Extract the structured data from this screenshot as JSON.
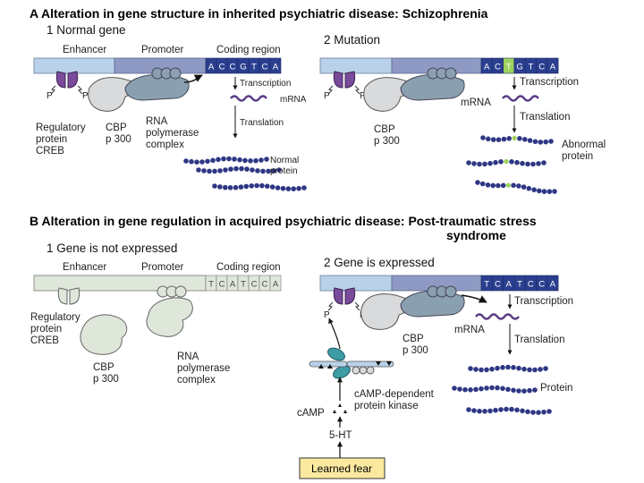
{
  "panel_a": {
    "title": "A  Alteration in gene structure in inherited psychiatric disease: Schizophrenia",
    "normal": {
      "heading": "1  Normal gene",
      "enhancer": "Enhancer",
      "promoter": "Promoter",
      "coding": "Coding region",
      "bases": [
        "A",
        "C",
        "C",
        "G",
        "T",
        "C",
        "A"
      ],
      "transcription": "Transcription",
      "mrna": "mRNA",
      "translation": "Translation",
      "creb": [
        "Regulatory",
        "protein",
        "CREB"
      ],
      "cbp": [
        "CBP",
        "p 300"
      ],
      "rna_pol": [
        "RNA",
        "polymerase",
        "complex"
      ],
      "protein": [
        "Normal",
        "protein"
      ],
      "p": "P"
    },
    "mutation": {
      "heading": "2  Mutation",
      "bases": [
        "A",
        "C",
        "T",
        "G",
        "T",
        "C",
        "A"
      ],
      "mutated_index": 2,
      "transcription": "Transcription",
      "mrna": "mRNA",
      "translation": "Translation",
      "cbp": [
        "CBP",
        "p 300"
      ],
      "protein": [
        "Abnormal",
        "protein"
      ],
      "p": "P"
    }
  },
  "panel_b": {
    "title_line1": "B  Alteration in gene regulation in acquired psychiatric disease: Post-traumatic stress",
    "title_line2": "syndrome",
    "not_expressed": {
      "heading": "1  Gene is not expressed",
      "enhancer": "Enhancer",
      "promoter": "Promoter",
      "coding": "Coding region",
      "bases": [
        "T",
        "C",
        "A",
        "T",
        "C",
        "C",
        "A"
      ],
      "creb": [
        "Regulatory",
        "protein",
        "CREB"
      ],
      "cbp": [
        "CBP",
        "p 300"
      ],
      "rna_pol": [
        "RNA",
        "polymerase",
        "complex"
      ]
    },
    "expressed": {
      "heading": "2  Gene is expressed",
      "bases": [
        "T",
        "C",
        "A",
        "T",
        "C",
        "C",
        "A"
      ],
      "transcription": "Transcription",
      "mrna": "mRNA",
      "translation": "Translation",
      "cbp": [
        "CBP",
        "p 300"
      ],
      "kinase": [
        "cAMP-dependent",
        "protein kinase"
      ],
      "camp": "cAMP",
      "ht": "5-HT",
      "protein": "Protein",
      "learned_fear": "Learned fear",
      "p": "P"
    }
  },
  "colors": {
    "enhancer": "#b9d2ea",
    "promoter": "#8f9ac4",
    "coding": "#2b3f90",
    "creb": "#7a4a9b",
    "cbp": "#d9dadc",
    "protein": "#2e3784",
    "mutation": "#9dd25d",
    "grey_fill": "#dfe6da",
    "kinase": "#3e9ca6",
    "fear_box": "#fbe9a0"
  }
}
